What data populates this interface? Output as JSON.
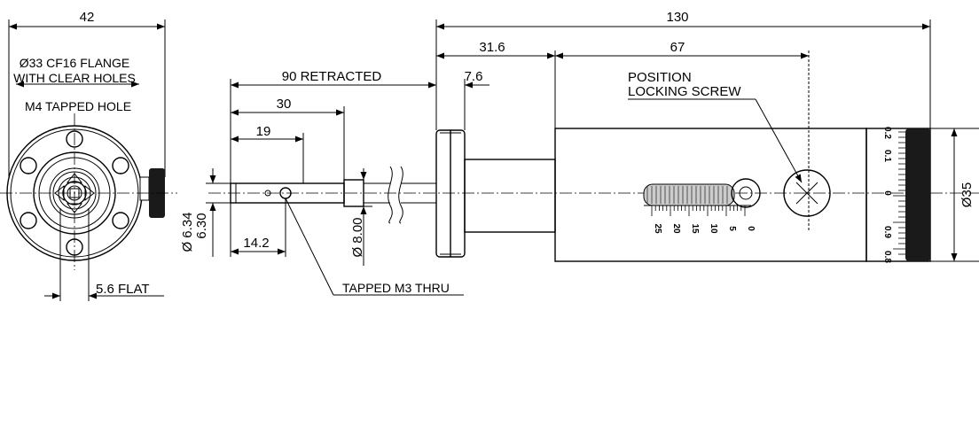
{
  "colors": {
    "ink": "#000000",
    "background": "#ffffff",
    "knob": "#1a1a1a",
    "thread": "#cccccc"
  },
  "dimensions": {
    "width_42": "42",
    "total_130": "130",
    "len_31_6": "31.6",
    "len_67": "67",
    "retracted_90": "90 RETRACTED",
    "len_7_6": "7.6",
    "len_30": "30",
    "len_19": "19",
    "len_14_2": "14.2",
    "dia_6_34": "6.34",
    "dia_6_30": "6.30",
    "dia_8_00": "8.00",
    "dia_35": "35",
    "flat_5_6": "5.6 FLAT"
  },
  "notes": {
    "flange_line1": "33 CF16 FLANGE",
    "flange_line2": "WITH CLEAR HOLES",
    "tapped_m4": "M4 TAPPED HOLE",
    "tapped_m3": "TAPPED M3 THRU",
    "position_line1": "POSITION",
    "position_line2": "LOCKING SCREW"
  },
  "symbols": {
    "diameter": "Ø"
  },
  "scales": {
    "linear": [
      "0",
      "5",
      "10",
      "15",
      "20",
      "25"
    ],
    "thimble": [
      "0.2",
      "0.1",
      "0",
      "0.9",
      "0.8"
    ]
  },
  "icons": {
    "flange-bolt-hole": "circle",
    "locking-screw": "circle-with-cross"
  }
}
